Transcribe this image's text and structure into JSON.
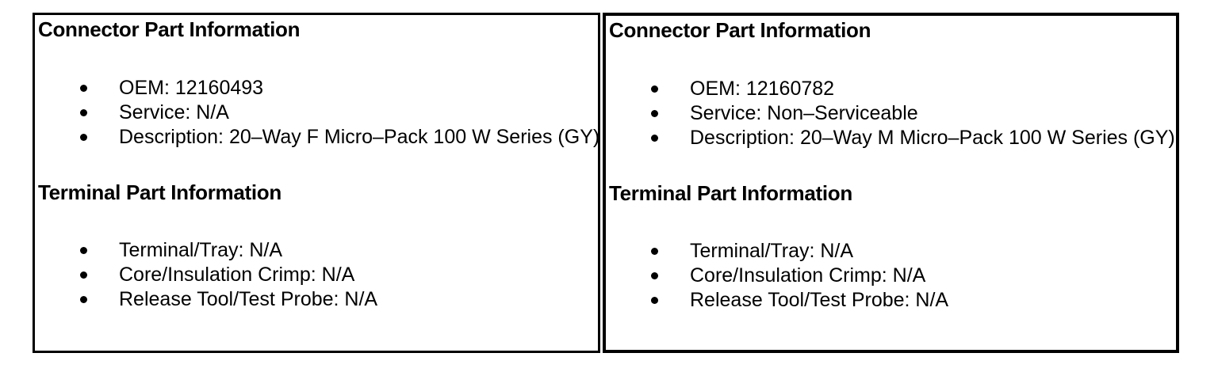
{
  "colors": {
    "background": "#ffffff",
    "text": "#000000",
    "border": "#000000"
  },
  "panels": [
    {
      "sections": [
        {
          "heading": "Connector Part Information",
          "items": [
            "OEM: 12160493",
            "Service: N/A",
            "Description: 20–Way F Micro–Pack 100 W Series (GY)"
          ]
        },
        {
          "heading": "Terminal Part Information",
          "items": [
            "Terminal/Tray: N/A",
            "Core/Insulation Crimp: N/A",
            "Release Tool/Test Probe: N/A"
          ]
        }
      ]
    },
    {
      "sections": [
        {
          "heading": "Connector Part Information",
          "items": [
            "OEM: 12160782",
            "Service: Non–Serviceable",
            "Description: 20–Way M Micro–Pack 100 W Series (GY)"
          ]
        },
        {
          "heading": "Terminal Part Information",
          "items": [
            "Terminal/Tray: N/A",
            "Core/Insulation Crimp: N/A",
            "Release Tool/Test Probe: N/A"
          ]
        }
      ]
    }
  ]
}
